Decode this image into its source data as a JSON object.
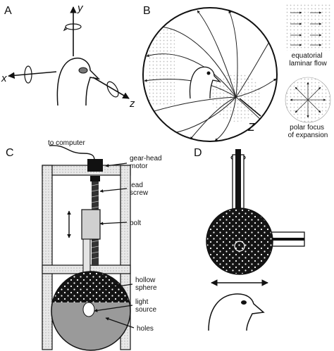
{
  "panels": {
    "A": {
      "letter": "A",
      "axes": {
        "x": "x",
        "y": "y",
        "z": "z"
      }
    },
    "B": {
      "letter": "B",
      "axis_z": "z",
      "inset_top_label": "equatorial\nlaminar flow",
      "inset_bottom_label": "polar focus\nof expansion"
    },
    "C": {
      "letter": "C",
      "labels": {
        "computer": "to computer",
        "motor": "gear-head\nmotor",
        "screw": "lead\nscrew",
        "bolt": "bolt",
        "sphere": "hollow\nsphere",
        "light": "light\nsource",
        "holes": "holes"
      }
    },
    "D": {
      "letter": "D"
    }
  },
  "colors": {
    "ink": "#111111",
    "dot_field": "#d9d9d9",
    "sphere_dark": "#141414",
    "sphere_light": "#9a9a9a",
    "frame_fill": "#e4e4e4"
  }
}
